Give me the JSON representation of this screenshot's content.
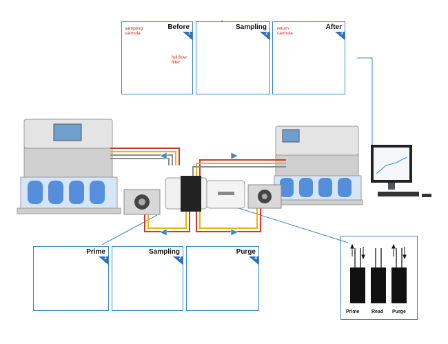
{
  "top_panels": [
    {
      "title": "Before",
      "step": "1",
      "annotations": [
        "sampling cannula",
        "full flow filter"
      ]
    },
    {
      "title": "Sampling",
      "step": "2",
      "annotations": []
    },
    {
      "title": "After",
      "step": "3",
      "annotations": [
        "return cannula"
      ]
    }
  ],
  "bottom_panels": [
    {
      "title": "Prime",
      "step": "1"
    },
    {
      "title": "Sampling",
      "step": "2"
    },
    {
      "title": "Purge",
      "step": "3"
    }
  ],
  "cuvette_panel": {
    "labels": [
      "Prime",
      "Read",
      "Purge"
    ]
  },
  "colors": {
    "frame": "#3a87c9",
    "accent": "#2f6fb5",
    "annotation": "#d62020",
    "tube_red": "#d9342b",
    "tube_yellow": "#e8b400",
    "tube_gray": "#8c8c8c"
  }
}
